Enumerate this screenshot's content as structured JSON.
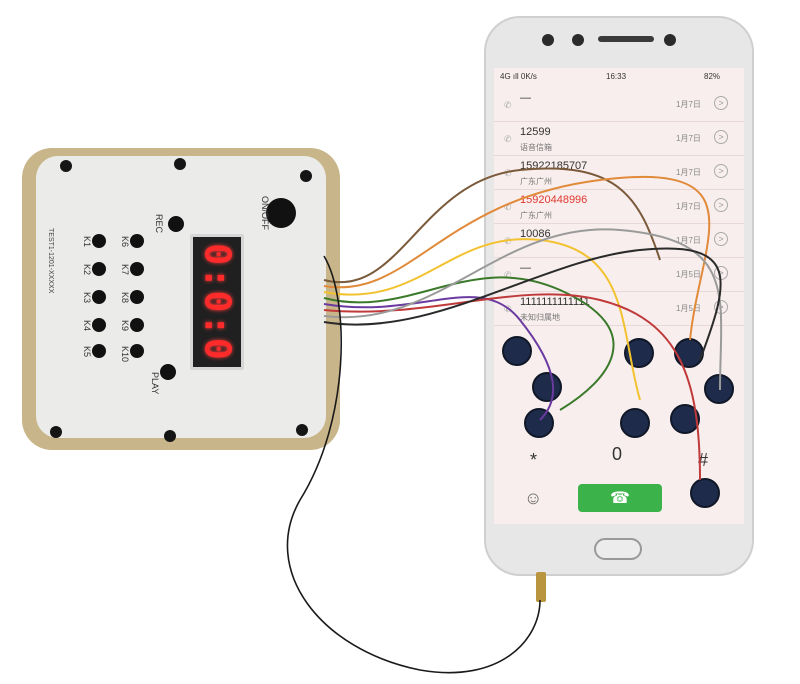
{
  "board": {
    "power_label": "ON/OFF",
    "rec_label": "REC",
    "play_label": "PLAY",
    "display_value": "0:0:0",
    "side_text": "TEST1-1201-XXXXX",
    "keys": [
      "K1",
      "K2",
      "K3",
      "K4",
      "K5",
      "K6",
      "K7",
      "K8",
      "K9",
      "K10"
    ]
  },
  "phone": {
    "status": {
      "left": "4G ıll 0K/s",
      "time": "16:33",
      "right": "82%"
    },
    "calls": [
      {
        "number": "—",
        "sub": "",
        "date": "1月7日",
        "red": false
      },
      {
        "number": "12599",
        "sub": "语音信箱",
        "date": "1月7日",
        "red": false
      },
      {
        "number": "15922185707",
        "sub": "广东广州",
        "date": "1月7日",
        "red": false
      },
      {
        "number": "15920448996",
        "sub": "广东广州",
        "date": "1月7日",
        "red": true
      },
      {
        "number": "10086",
        "sub": "",
        "date": "1月7日",
        "red": false
      },
      {
        "number": "—",
        "sub": "",
        "date": "1月5日",
        "red": false
      },
      {
        "number": "1111111111111",
        "sub": "未知归属地",
        "date": "1月5日",
        "red": false
      }
    ],
    "dialpad": {
      "star": "*",
      "zero": "0",
      "hash": "#"
    },
    "info_icon": ">",
    "call_icon": "☎",
    "contacts_icon": "☺"
  },
  "colors": {
    "display_red": "#ff2a2a",
    "call_green": "#3bb34a",
    "board_gold": "#c9b58a"
  }
}
